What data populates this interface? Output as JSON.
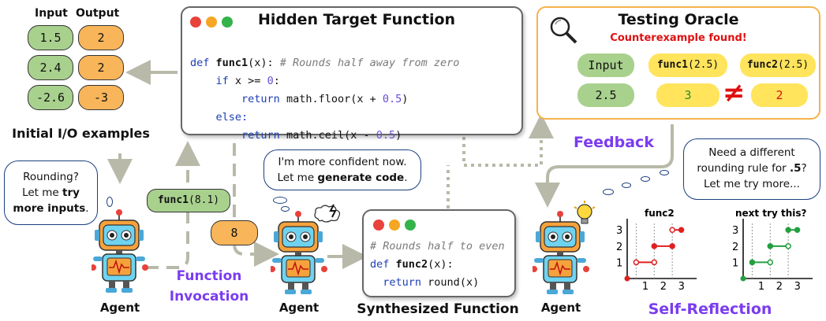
{
  "io_examples": {
    "header_input": "Input",
    "header_output": "Output",
    "rows": [
      {
        "input": "1.5",
        "output": "2"
      },
      {
        "input": "2.4",
        "output": "2"
      },
      {
        "input": "-2.6",
        "output": "-3"
      }
    ],
    "caption": "Initial I/O examples"
  },
  "target": {
    "title": "Hidden Target Function",
    "code": {
      "l1_def": "def ",
      "l1_name": "func1",
      "l1_arg": "(x): ",
      "l1_comment": "# Rounds half away from zero",
      "l2_a": "if",
      "l2_b": " x >= ",
      "l2_c": "0",
      "l2_d": ":",
      "l3_a": "return",
      "l3_b": " math.floor(x + ",
      "l3_c": "0.5",
      "l3_d": ")",
      "l4": "else:",
      "l5_a": "return",
      "l5_b": " math.ceil(x - ",
      "l5_c": "0.5",
      "l5_d": ")"
    }
  },
  "oracle": {
    "title": "Testing Oracle",
    "subtitle": "Counterexample found!",
    "input_label": "Input",
    "f1_label": "func1",
    "f1_arg": "(2.5)",
    "f2_label": "func2",
    "f2_arg": "(2.5)",
    "input_value": "2.5",
    "f1_value": "3",
    "f2_value": "2",
    "neq": "≠"
  },
  "agent1": {
    "bubble_l1": "Rounding?",
    "bubble_l2": "Let me ",
    "bubble_l2_b": "try",
    "bubble_l3_b": "more inputs",
    "bubble_l3": ".",
    "label": "Agent"
  },
  "invocation": {
    "call_name": "func1",
    "call_arg": "(8.1)",
    "result": "8",
    "caption_l1": "Function",
    "caption_l2": "Invocation"
  },
  "agent2": {
    "bubble_l1": "I'm more confident now.",
    "bubble_l2": "Let me ",
    "bubble_l2_b": "generate code",
    "bubble_l2_end": ".",
    "label": "Agent"
  },
  "synth": {
    "comment": "# Rounds half to even",
    "l2_def": "def ",
    "l2_name": "func2",
    "l2_arg": "(x):",
    "l3_kw": "return",
    "l3_rest": " round(x)",
    "caption": "Synthesized Function"
  },
  "feedback": {
    "label": "Feedback"
  },
  "agent3": {
    "bubble_l1": "Need a different",
    "bubble_l2": "rounding rule for ",
    "bubble_l2_b": ".5",
    "bubble_l2_end": "?",
    "bubble_l3": "Let me try more...",
    "label": "Agent"
  },
  "reflection": {
    "caption": "Self-Reflection"
  },
  "chart_data": [
    {
      "type": "line",
      "title": "func2",
      "x_ticks": [
        "1",
        "2",
        "3"
      ],
      "y_ticks": [
        "1",
        "2",
        "3"
      ],
      "xlim": [
        0,
        3.5
      ],
      "ylim": [
        0,
        3.4
      ],
      "steps": [
        {
          "x0": 0,
          "x1": 0,
          "y": 0,
          "open_left": false,
          "open_right": false,
          "point": true
        },
        {
          "x0": 0.5,
          "x1": 1.5,
          "y": 1,
          "open_left": true,
          "open_right": true
        },
        {
          "x0": 1.5,
          "x1": 2.5,
          "y": 2,
          "open_left": false,
          "open_right": false
        },
        {
          "x0": 2.5,
          "x1": 3.0,
          "y": 3,
          "open_left": true,
          "open_right": false
        }
      ],
      "color": "#e02020"
    },
    {
      "type": "line",
      "title": "next try this?",
      "x_ticks": [
        "1",
        "2",
        "3"
      ],
      "y_ticks": [
        "1",
        "2",
        "3"
      ],
      "xlim": [
        0,
        3.5
      ],
      "ylim": [
        0,
        3.4
      ],
      "steps": [
        {
          "x0": 0,
          "x1": 0,
          "y": 0,
          "point": true
        },
        {
          "x0": 0.5,
          "x1": 1.5,
          "y": 1,
          "open_left": false,
          "open_right": true
        },
        {
          "x0": 1.5,
          "x1": 2.5,
          "y": 2,
          "open_left": false,
          "open_right": true
        },
        {
          "x0": 2.5,
          "x1": 3.0,
          "y": 3,
          "open_left": false,
          "open_right": false
        }
      ],
      "color": "#22a040"
    }
  ]
}
